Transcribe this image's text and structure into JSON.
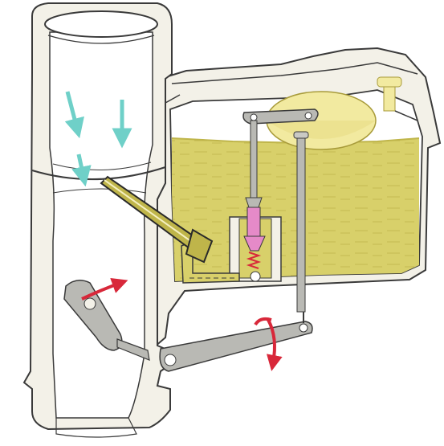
{
  "diagram": {
    "kind": "carburetor-cutaway",
    "colors": {
      "body": "#f3f1e8",
      "outline": "#3a3a3a",
      "fuel": "#d8d06a",
      "fuel_dark": "#bfb54a",
      "float": "#f2eaa0",
      "airflow_arrow": "#6fd0c8",
      "motion_arrow": "#d8283a",
      "metal": "#b9b9b4",
      "needle": "#e58ac8"
    },
    "components": [
      "air-intake-tube",
      "venturi",
      "fuel-nozzle",
      "float-chamber",
      "float",
      "needle-valve",
      "throttle-plate",
      "throttle-linkage",
      "vent-tube"
    ]
  }
}
